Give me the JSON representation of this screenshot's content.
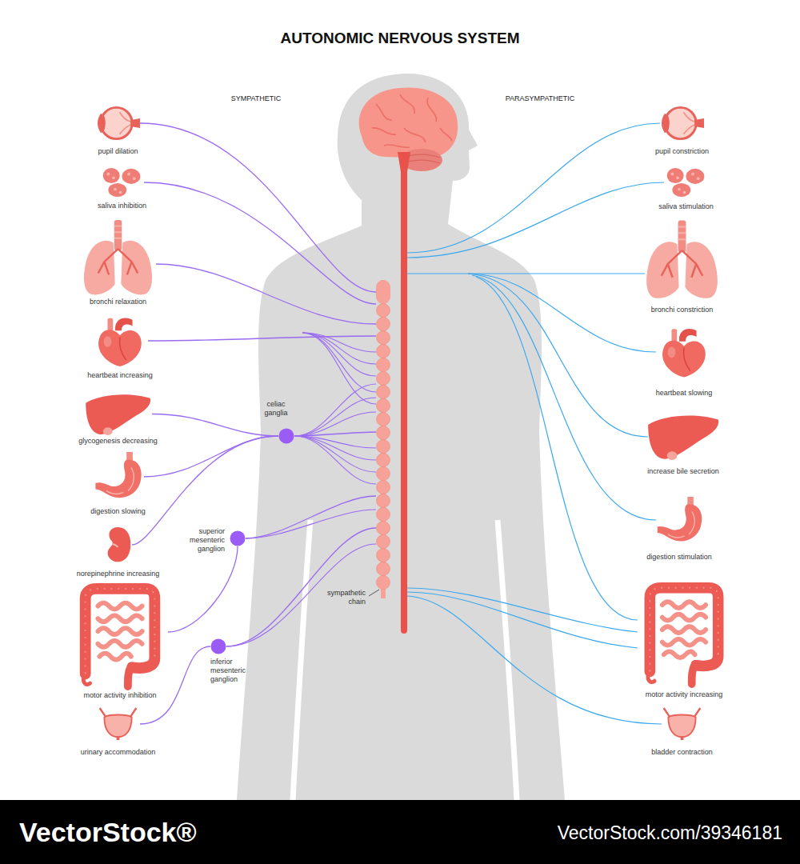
{
  "diagram": {
    "title": "AUTONOMIC NERVOUS SYSTEM",
    "nodes": [
      {
        "text": [
          "pupil dilation"
        ]
      },
      {
        "text": [
          "saliva inhibition"
        ]
      },
      {
        "text": [
          "bronchi relaxation"
        ]
      },
      {
        "text": [
          "heartbeat increasing"
        ]
      },
      {
        "text": [
          "glycogenesis decreasing"
        ]
      },
      {
        "text": [
          "digestion slowing"
        ]
      },
      {
        "text": [
          "norepinephrine increasing"
        ]
      },
      {
        "text": [
          "motor activity inhibition"
        ]
      },
      {
        "text": [
          "urinary accommodation"
        ]
      },
      {
        "text": [
          "celiac ganglia"
        ]
      },
      {
        "text": [
          "superior mesenteric ganglion"
        ]
      },
      {
        "text": [
          "inferior mesenteric ganglion"
        ]
      },
      {
        "text": [
          "sympathetic chain"
        ]
      },
      {
        "text": [
          "pupil constriction"
        ]
      },
      {
        "text": [
          "saliva stimulation"
        ]
      },
      {
        "text": [
          "bronchi constriction"
        ]
      },
      {
        "text": [
          "heartbeat slowing"
        ]
      },
      {
        "text": [
          "increase bile secretion"
        ]
      },
      {
        "text": [
          "digestion stimulation"
        ]
      },
      {
        "text": [
          "motor activity increasing"
        ]
      },
      {
        "text": [
          "bladder contraction"
        ]
      }
    ],
    "edges": [
      {
        "from": 0,
        "to": 12,
        "arrow": "none"
      },
      {
        "from": 1,
        "to": 12,
        "arrow": "none"
      },
      {
        "from": 2,
        "to": 12,
        "arrow": "none"
      },
      {
        "from": 3,
        "to": 12,
        "arrow": "none"
      },
      {
        "from": 4,
        "to": 9,
        "arrow": "none"
      },
      {
        "from": 5,
        "to": 9,
        "arrow": "none"
      },
      {
        "from": 6,
        "to": 9,
        "arrow": "none"
      },
      {
        "from": 7,
        "to": 10,
        "arrow": "none"
      },
      {
        "from": 8,
        "to": 11,
        "arrow": "none"
      },
      {
        "from": 9,
        "to": 12,
        "arrow": "none"
      },
      {
        "from": 10,
        "to": 12,
        "arrow": "none"
      },
      {
        "from": 11,
        "to": 12,
        "arrow": "none"
      }
    ],
    "labels": [
      "SYMPATHETIC",
      "PARASYMPATHETIC",
      "VectorStock®",
      "VectorStock.com/39346181"
    ]
  }
}
